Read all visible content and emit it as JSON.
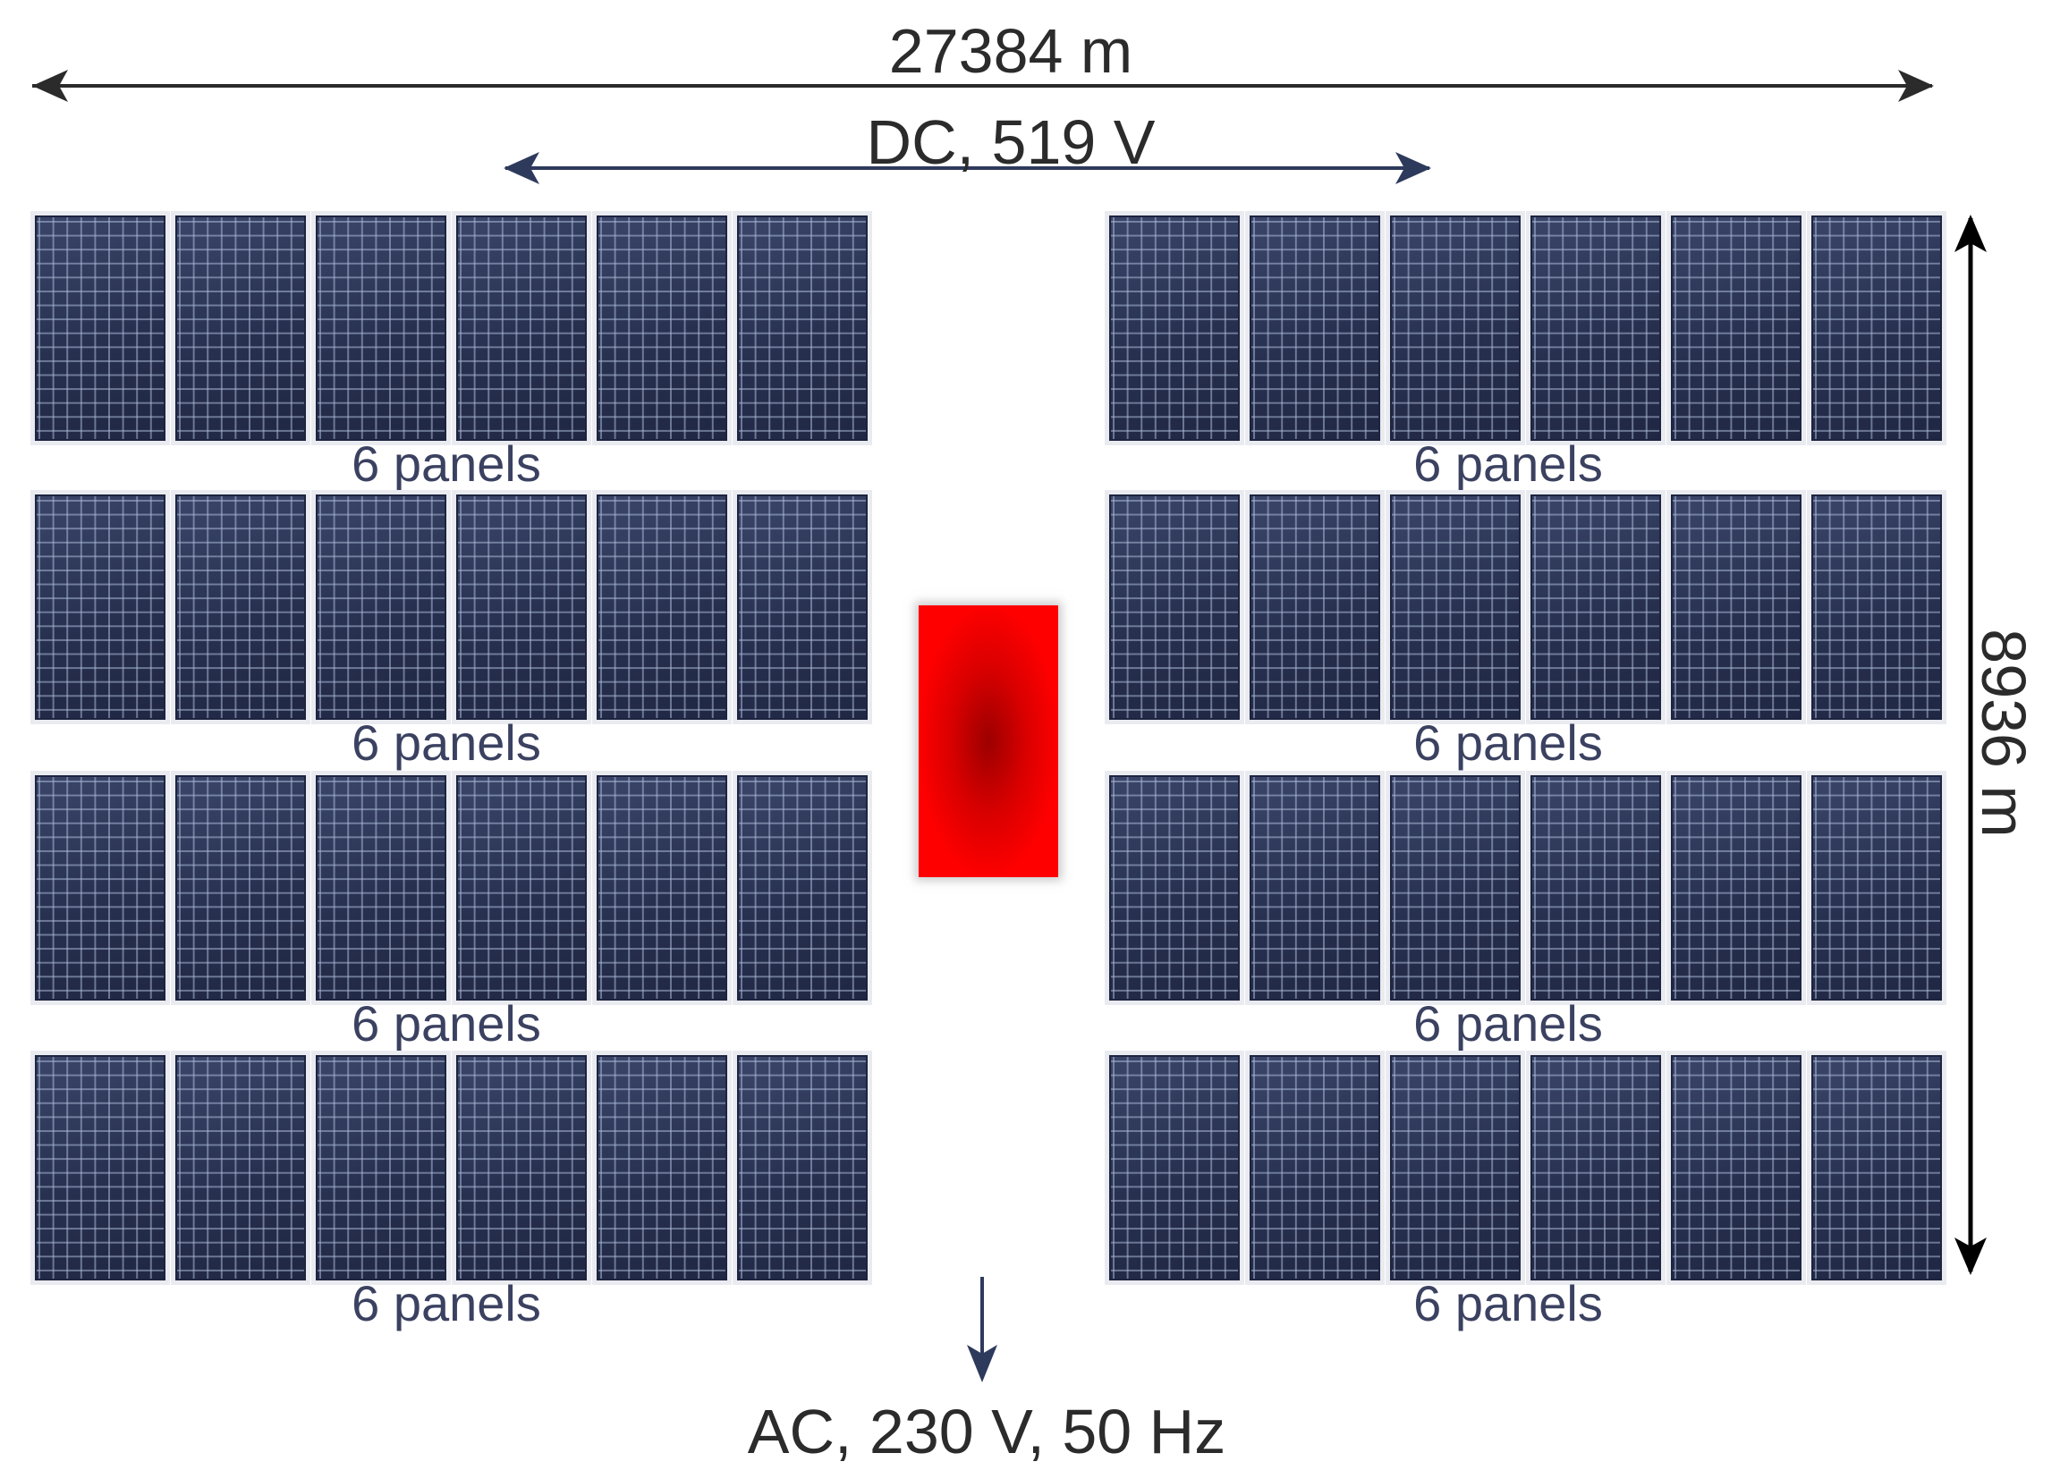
{
  "dimensions": {
    "total_width": "27384 m",
    "height": "8936 m"
  },
  "dc_link": "DC, 519 V",
  "ac_output": "AC, 230 V, 50 Hz",
  "arrays": [
    {
      "side": "left",
      "rows": [
        {
          "label": "6 panels",
          "panel_count": 6
        },
        {
          "label": "6 panels",
          "panel_count": 6
        },
        {
          "label": "6 panels",
          "panel_count": 6
        },
        {
          "label": "6 panels",
          "panel_count": 6
        }
      ]
    },
    {
      "side": "right",
      "rows": [
        {
          "label": "6 panels",
          "panel_count": 6
        },
        {
          "label": "6 panels",
          "panel_count": 6
        },
        {
          "label": "6 panels",
          "panel_count": 6
        },
        {
          "label": "6 panels",
          "panel_count": 6
        }
      ]
    }
  ],
  "colors": {
    "panel": "#283251",
    "inverter": "#ff0000",
    "arrow_dark": "#2b2b2b",
    "arrow_navy": "#2e3a5c"
  }
}
